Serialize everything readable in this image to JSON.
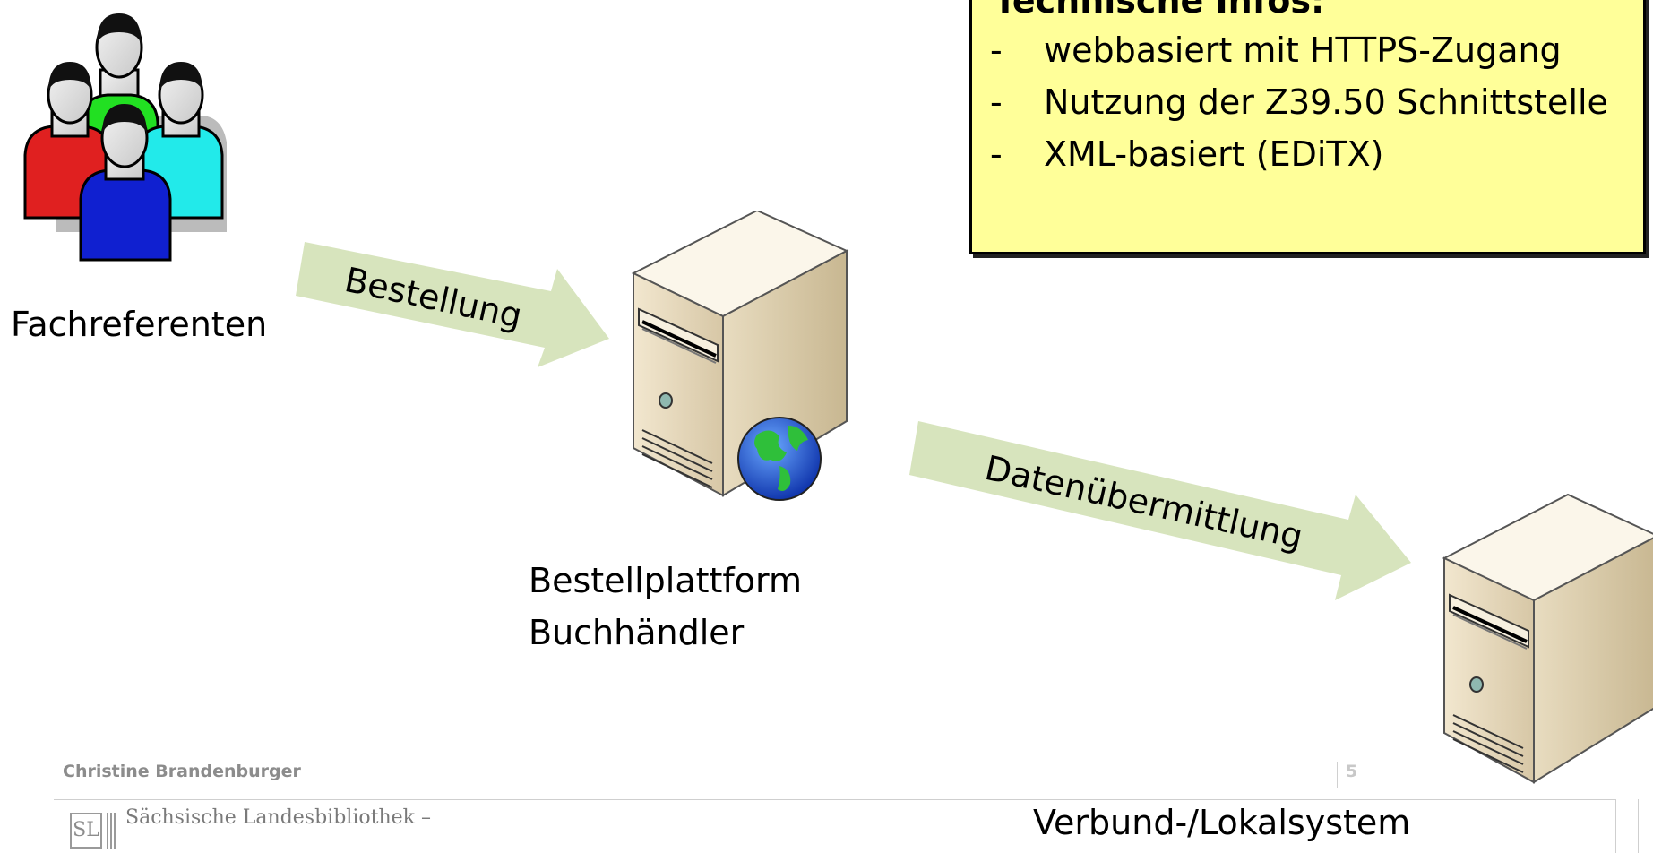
{
  "info_box": {
    "title": "Technische Infos:",
    "bullet_marker": "-",
    "items": [
      "webbasiert mit HTTPS-Zugang",
      "Nutzung der Z39.50 Schnittstelle",
      "XML-basiert (EDiTX)"
    ]
  },
  "nodes": {
    "users": {
      "label": "Fachreferenten",
      "icon": "people-group-icon"
    },
    "platform": {
      "label_line1": "Bestellplattform",
      "label_line2": "Buchhändler",
      "icon": "web-server-icon"
    },
    "local_system": {
      "label": "Verbund-/Lokalsystem",
      "icon": "server-icon"
    }
  },
  "edges": [
    {
      "label": "Bestellung",
      "from": "users",
      "to": "platform"
    },
    {
      "label": "Datenübermittlung",
      "from": "platform",
      "to": "local_system"
    }
  ],
  "footer": {
    "author": "Christine Brandenburger",
    "page_number": "5",
    "institution": "Sächsische Landesbibliothek –",
    "logo_text": "SL"
  },
  "colors": {
    "info_box_bg": "#ffff99",
    "arrow_fill": "#d7e4bd",
    "person_colors": [
      "#00e000",
      "#e02020",
      "#20e8e8",
      "#1020d0"
    ]
  }
}
